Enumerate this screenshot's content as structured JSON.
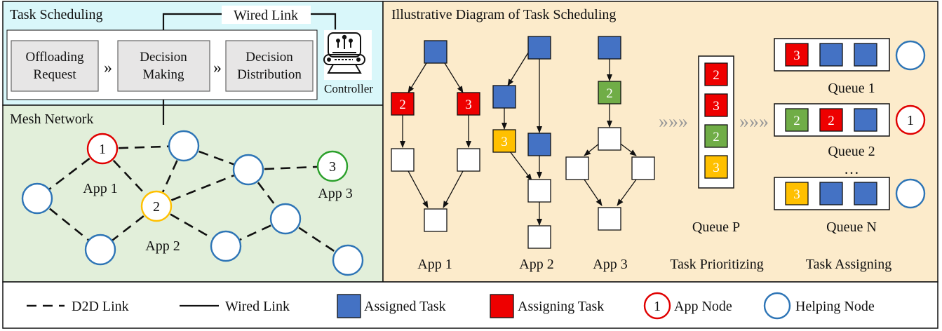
{
  "colors": {
    "assigned": "#4472C4",
    "assigning": "#EE0000",
    "green": "#70AD47",
    "yellow": "#FFC000",
    "app_node_ring": "#E00000",
    "helping_node_ring": "#2E75B6",
    "app2_ring": "#FFC000",
    "app3_ring": "#2BA02B",
    "panel_task_scheduling": "#D9F7FA",
    "panel_mesh": "#E2EFDA",
    "panel_illustrative": "#FCEBCB"
  },
  "left_top": {
    "title": "Task Scheduling",
    "wired_link": "Wired Link",
    "steps": [
      {
        "line1": "Offloading",
        "line2": "Request"
      },
      {
        "line1": "Decision",
        "line2": "Making"
      },
      {
        "line1": "Decision",
        "line2": "Distribution"
      }
    ],
    "chevron": "»",
    "controller": "Controller",
    "controller_icon": "router-icon"
  },
  "mesh": {
    "title": "Mesh Network",
    "app_node_1": "1",
    "app_node_2": "2",
    "app_node_3": "3",
    "app1_label": "App 1",
    "app2_label": "App 2",
    "app3_label": "App 3"
  },
  "right": {
    "title": "Illustrative Diagram of Task Scheduling",
    "app_labels": [
      "App 1",
      "App 2",
      "App 3"
    ],
    "task_numbers": {
      "a1_left": "2",
      "a1_right": "3",
      "a2": "3",
      "a3": "2"
    },
    "queue_p_items": [
      "2",
      "3",
      "2",
      "3"
    ],
    "queue_p": "Queue P",
    "task_prioritizing": "Task Prioritizing",
    "task_assigning": "Task Assigning",
    "queue_1": "Queue 1",
    "queue_2": "Queue 2",
    "queue_n": "Queue N",
    "ellipsis": "…",
    "q1_first": "3",
    "q2_first": "2",
    "q2_second": "2",
    "qn_first": "3",
    "q2_node": "1",
    "chevrons": "»»»"
  },
  "legend": {
    "d2d": "D2D Link",
    "wired": "Wired Link",
    "assigned": "Assigned Task",
    "assigning": "Assigning Task",
    "app_node_num": "1",
    "app_node": "App Node",
    "helping_node": "Helping Node"
  }
}
